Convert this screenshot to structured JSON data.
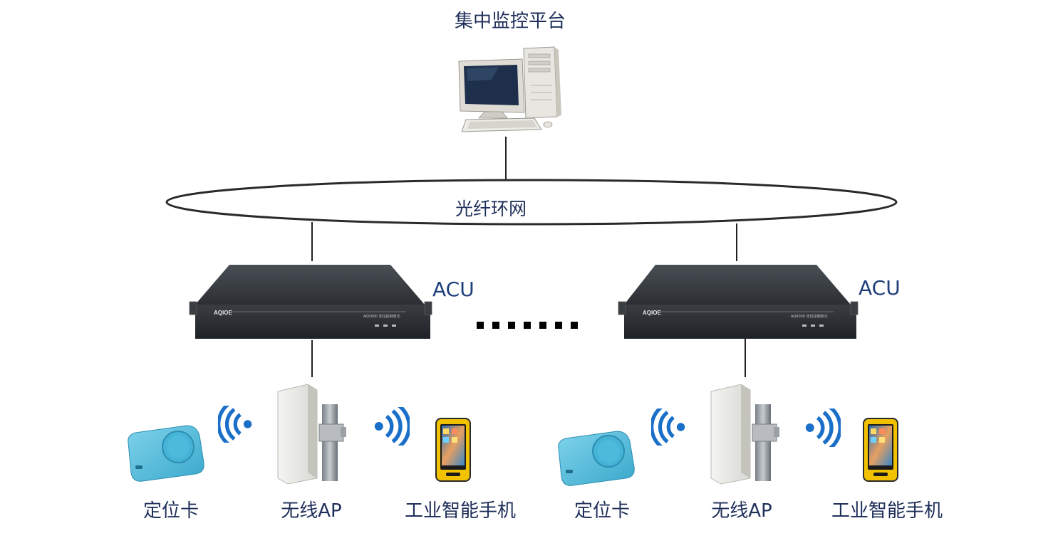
{
  "platform": {
    "label": "集中监控平台"
  },
  "ring": {
    "label": "光纤环网"
  },
  "acu_units": [
    {
      "label": "ACU",
      "brand": "AQIOE",
      "model_text": "AQ0000 定位控制单元"
    },
    {
      "label": "ACU",
      "brand": "AQIOE",
      "model_text": "AQ0000 定位控制单元"
    }
  ],
  "ellipsis": "......",
  "groups": [
    {
      "card_label": "定位卡",
      "ap_label": "无线AP",
      "phone_label": "工业智能手机"
    },
    {
      "card_label": "定位卡",
      "ap_label": "无线AP",
      "phone_label": "工业智能手机"
    }
  ],
  "colors": {
    "text": "#1f2f5a",
    "wireless": "#1a6fc9",
    "card": "#4cb8d8",
    "acu_body": "#2d3136",
    "phone_frame": "#f2c200"
  }
}
